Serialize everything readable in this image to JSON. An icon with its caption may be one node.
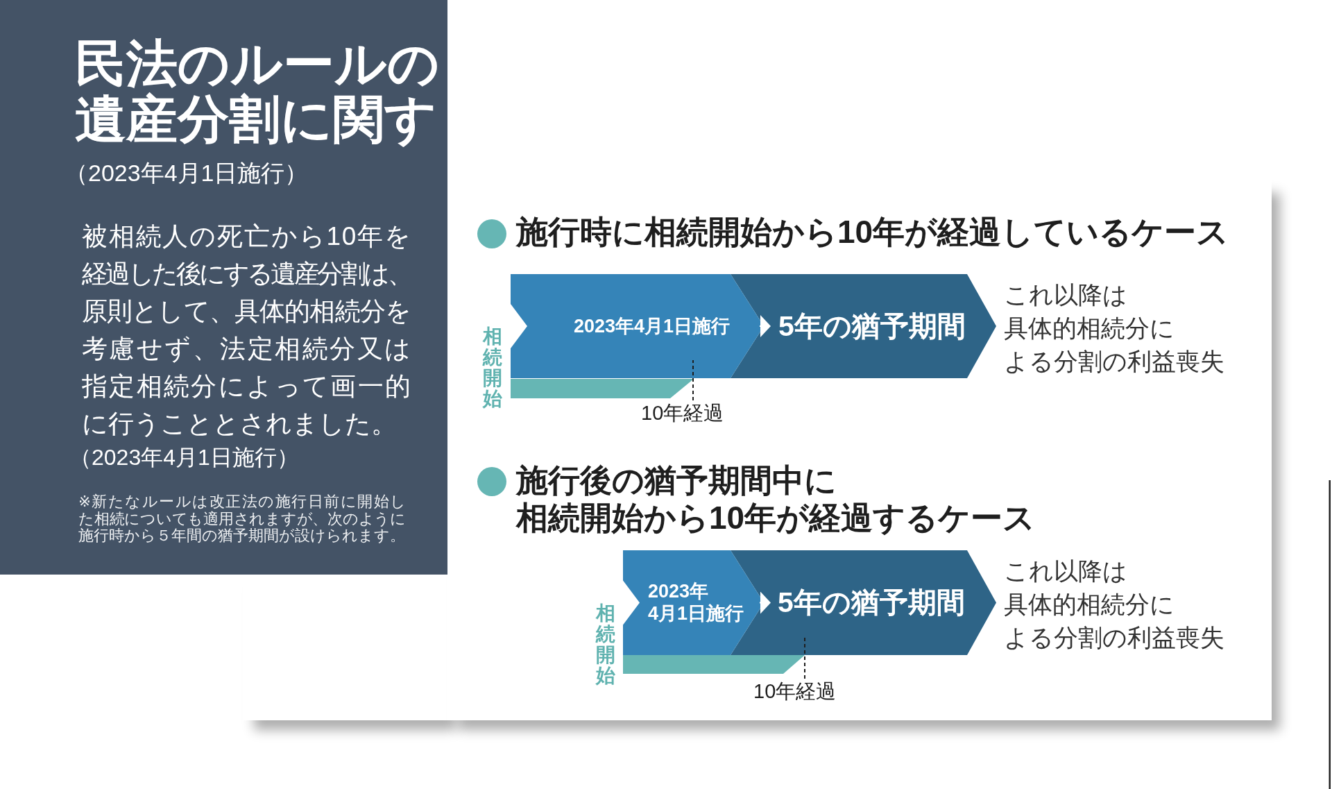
{
  "diagram": {
    "title": "民法のルールの遺産分割に関す",
    "nodes": [
      {
        "text": [
          "（2023年4月1日施行）",
          "被相続人の死亡から10年を経過した後にする遺産分割は、原則として、具体的相続分を考慮せず、法定相続分又は指定相続分によって画一的に行うこととされました。",
          "（2023年4月1日施行）",
          "※新たなルールは改正法の施行日前に開始した相続についても適用されますが、次のように施行時から５年間の猶予期間が設けられます。"
        ]
      },
      {
        "text": [
          "施行時に相続開始から10年が経過しているケース",
          "施行後の猶予期間中に相続開始から10年が経過するケース"
        ]
      },
      {
        "text": [
          "2023年4月1日施行"
        ],
        "in": 1
      },
      {
        "text": [
          "5年の猶予期間"
        ],
        "in": 1,
        "beside": [
          "これ以降は具体的相続分による分割の利益喪失"
        ]
      },
      {
        "text": [],
        "shape": "bar",
        "in": 1
      },
      {
        "text": [
          "10年経過"
        ],
        "in": 1
      },
      {
        "text": [
          "2023年4月1日施行"
        ],
        "in": 1
      },
      {
        "text": [
          "5年の猶予期間"
        ],
        "in": 1,
        "beside": [
          "これ以降は具体的相続分による分割の利益喪失"
        ]
      },
      {
        "text": [],
        "shape": "bar",
        "in": 1
      },
      {
        "text": [
          "10年経過"
        ],
        "in": 1
      }
    ],
    "edges": [
      {
        "from": 2,
        "to": 3,
        "arrow": "to",
        "color": "#ffffff"
      },
      {
        "from": 5,
        "to": 2,
        "arrow": "none",
        "style": "dashed",
        "color": "#1e1e1e"
      },
      {
        "from": 6,
        "to": 7,
        "arrow": "to",
        "color": "#ffffff"
      },
      {
        "from": 9,
        "to": 7,
        "arrow": "none",
        "style": "dashed",
        "color": "#1e1e1e"
      }
    ],
    "labels": [
      "相続開始",
      "相続開始"
    ]
  }
}
